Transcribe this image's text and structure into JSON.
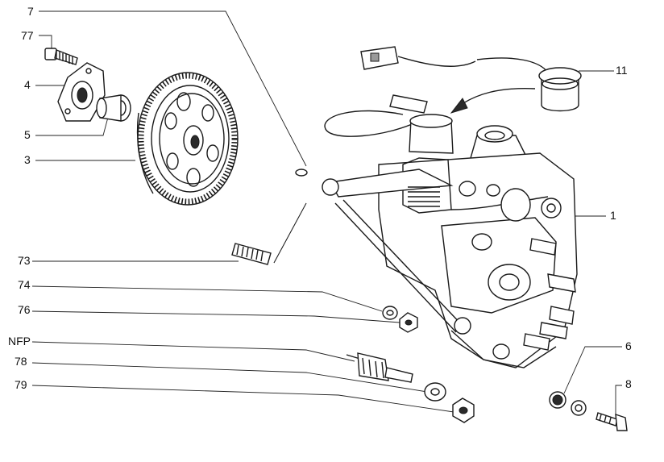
{
  "callouts": [
    {
      "id": "7",
      "label": "7"
    },
    {
      "id": "77",
      "label": "77"
    },
    {
      "id": "4",
      "label": "4"
    },
    {
      "id": "5",
      "label": "5"
    },
    {
      "id": "3",
      "label": "3"
    },
    {
      "id": "11",
      "label": "11"
    },
    {
      "id": "1",
      "label": "1"
    },
    {
      "id": "73",
      "label": "73"
    },
    {
      "id": "74",
      "label": "74"
    },
    {
      "id": "76",
      "label": "76"
    },
    {
      "id": "NFP",
      "label": "NFP"
    },
    {
      "id": "78",
      "label": "78"
    },
    {
      "id": "79",
      "label": "79"
    },
    {
      "id": "6",
      "label": "6"
    },
    {
      "id": "8",
      "label": "8"
    }
  ]
}
